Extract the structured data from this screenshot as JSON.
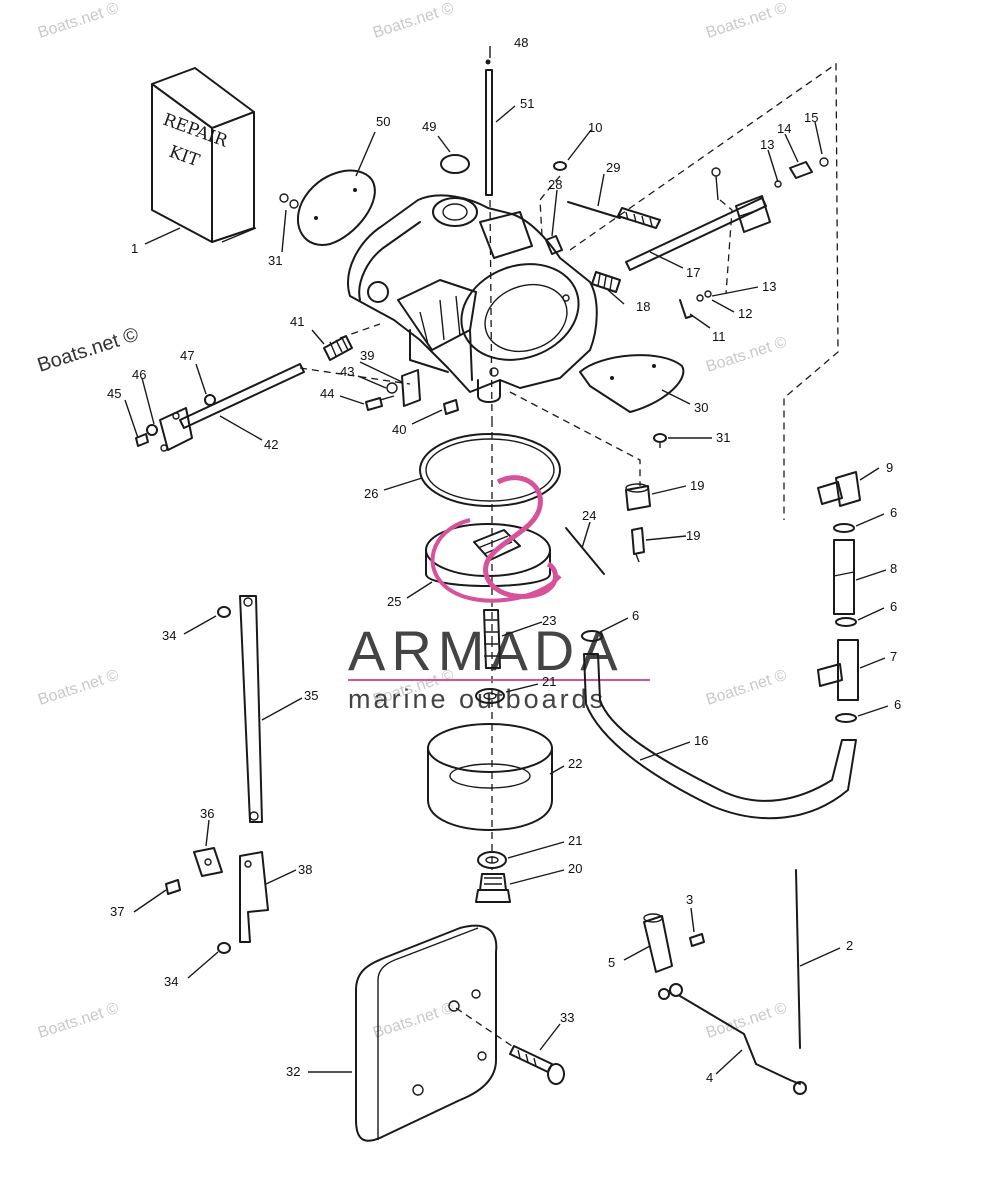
{
  "watermarks": {
    "site": "Boats.net ©",
    "brand": "ARMADA",
    "brand_tagline": "marine outboards"
  },
  "repair_kit": {
    "line1": "REPAIR",
    "line2": "KIT"
  },
  "callouts": [
    {
      "id": "c1",
      "text": "1"
    },
    {
      "id": "c2",
      "text": "2"
    },
    {
      "id": "c3",
      "text": "3"
    },
    {
      "id": "c4",
      "text": "4"
    },
    {
      "id": "c5",
      "text": "5"
    },
    {
      "id": "c6a",
      "text": "6"
    },
    {
      "id": "c6b",
      "text": "6"
    },
    {
      "id": "c6c",
      "text": "6"
    },
    {
      "id": "c6d",
      "text": "6"
    },
    {
      "id": "c7",
      "text": "7"
    },
    {
      "id": "c8",
      "text": "8"
    },
    {
      "id": "c9",
      "text": "9"
    },
    {
      "id": "c10",
      "text": "10"
    },
    {
      "id": "c11",
      "text": "11"
    },
    {
      "id": "c12",
      "text": "12"
    },
    {
      "id": "c13a",
      "text": "13"
    },
    {
      "id": "c13b",
      "text": "13"
    },
    {
      "id": "c14",
      "text": "14"
    },
    {
      "id": "c15",
      "text": "15"
    },
    {
      "id": "c16",
      "text": "16"
    },
    {
      "id": "c17",
      "text": "17"
    },
    {
      "id": "c18",
      "text": "18"
    },
    {
      "id": "c19a",
      "text": "19"
    },
    {
      "id": "c19b",
      "text": "19"
    },
    {
      "id": "c20",
      "text": "20"
    },
    {
      "id": "c21a",
      "text": "21"
    },
    {
      "id": "c21b",
      "text": "21"
    },
    {
      "id": "c22",
      "text": "22"
    },
    {
      "id": "c23",
      "text": "23"
    },
    {
      "id": "c24",
      "text": "24"
    },
    {
      "id": "c25",
      "text": "25"
    },
    {
      "id": "c26",
      "text": "26"
    },
    {
      "id": "c28",
      "text": "28"
    },
    {
      "id": "c29",
      "text": "29"
    },
    {
      "id": "c30",
      "text": "30"
    },
    {
      "id": "c31a",
      "text": "31"
    },
    {
      "id": "c31b",
      "text": "31"
    },
    {
      "id": "c32",
      "text": "32"
    },
    {
      "id": "c33",
      "text": "33"
    },
    {
      "id": "c34a",
      "text": "34"
    },
    {
      "id": "c34b",
      "text": "34"
    },
    {
      "id": "c35",
      "text": "35"
    },
    {
      "id": "c36",
      "text": "36"
    },
    {
      "id": "c37",
      "text": "37"
    },
    {
      "id": "c38",
      "text": "38"
    },
    {
      "id": "c39",
      "text": "39"
    },
    {
      "id": "c40",
      "text": "40"
    },
    {
      "id": "c41",
      "text": "41"
    },
    {
      "id": "c42",
      "text": "42"
    },
    {
      "id": "c43",
      "text": "43"
    },
    {
      "id": "c44",
      "text": "44"
    },
    {
      "id": "c45",
      "text": "45"
    },
    {
      "id": "c46",
      "text": "46"
    },
    {
      "id": "c47",
      "text": "47"
    },
    {
      "id": "c48",
      "text": "48"
    },
    {
      "id": "c49",
      "text": "49"
    },
    {
      "id": "c50",
      "text": "50"
    },
    {
      "id": "c51",
      "text": "51"
    }
  ],
  "colors": {
    "line": "#1a1a1a",
    "brand_pink": "#d6529a",
    "watermark": "#c9c9c9"
  }
}
